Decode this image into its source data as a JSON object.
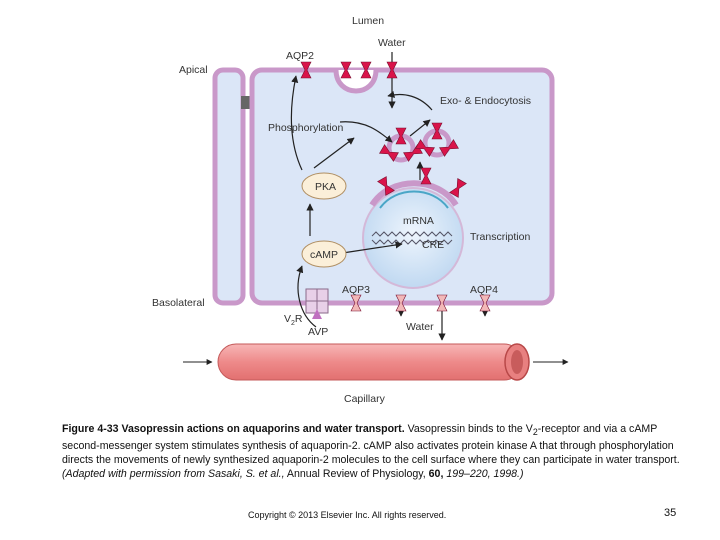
{
  "diagram": {
    "labels": {
      "lumen": "Lumen",
      "water_top": "Water",
      "aqp2": "AQP2",
      "apical": "Apical",
      "exo_endo": "Exo- & Endocytosis",
      "phosphorylation": "Phosphorylation",
      "pka": "PKA",
      "mrna": "mRNA",
      "cre": "CRE",
      "transcription": "Transcription",
      "camp": "cAMP",
      "aqp3": "AQP3",
      "aqp4": "AQP4",
      "basolateral": "Basolateral",
      "v2r": "V",
      "v2r_sub": "2",
      "v2r_suffix": "R",
      "avp": "AVP",
      "water_bottom": "Water",
      "capillary": "Capillary"
    },
    "colors": {
      "cell_fill": "#dbe6f7",
      "cell_border": "#c998c9",
      "nucleus_fill": "#cfe3f6",
      "aquaporin": "#d9144a",
      "aqp_baso": "#f2b8b8",
      "capillary": "#f08c8c",
      "node_fill": "#fbefd9",
      "node_border": "#b08f63"
    }
  },
  "caption": {
    "figure_label": "Figure 4-33",
    "title": "Vasopressin actions on aquaporins and water transport.",
    "body_1": "Vasopressin binds to the V",
    "body_sub": "2",
    "body_2": "-receptor and via a cAMP second-messenger system stimulates synthesis of aquaporin-2. cAMP also activates protein kinase A that through phosphorylation directs the movements of newly synthesized aquaporin-2 molecules to the cell surface where they can participate in water transport.",
    "source_1": "(Adapted with permission from Sasaki, S. et al.,",
    "source_journal": "Annual Review of Physiology,",
    "source_volume": "60,",
    "source_2": "199–220, 1998.)"
  },
  "footer": {
    "copyright": "Copyright © 2013 Elsevier Inc. All rights reserved.",
    "page_number": "35"
  }
}
